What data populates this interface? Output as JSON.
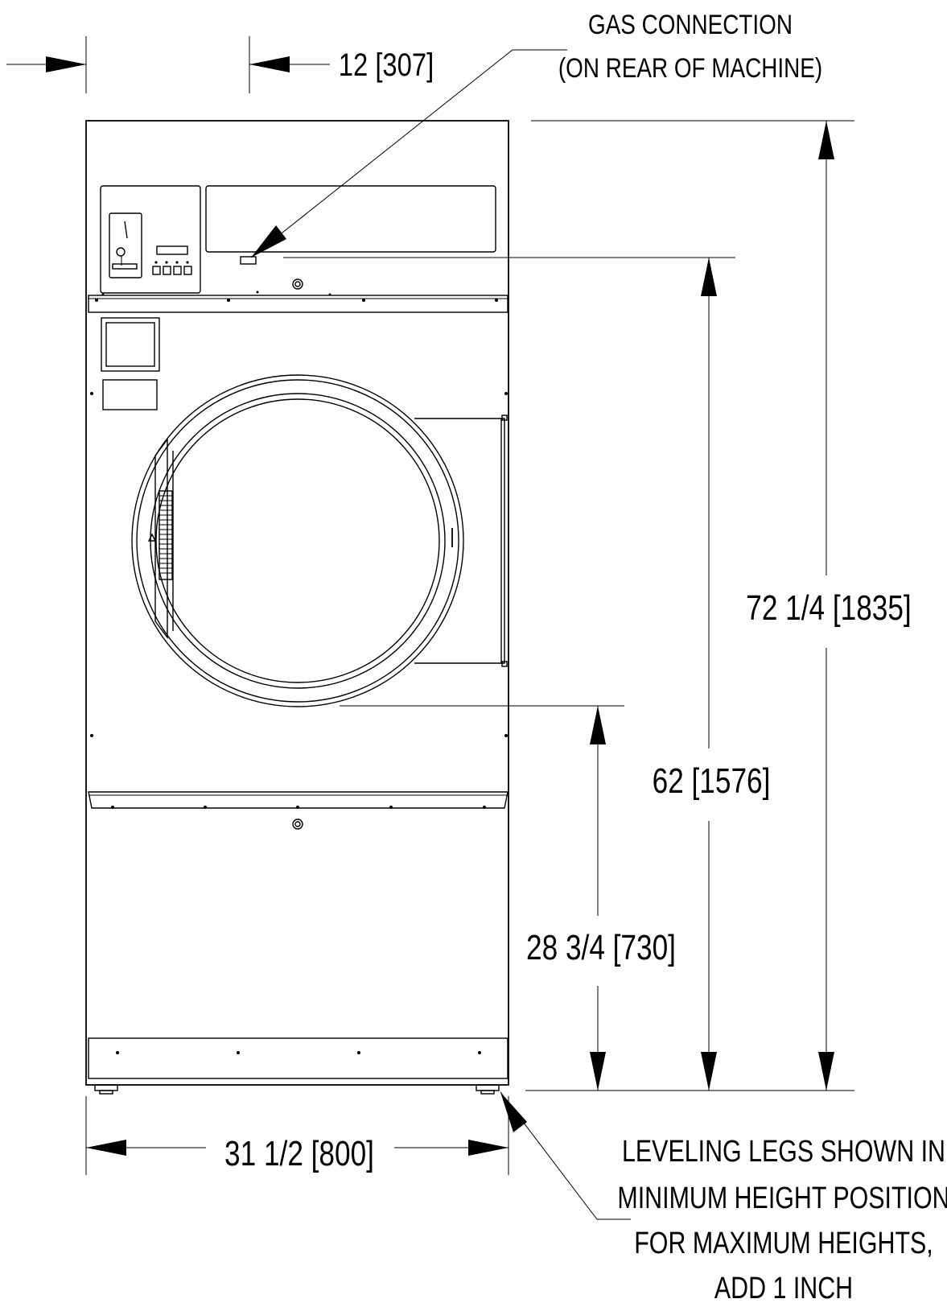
{
  "dimensions": {
    "gas_offset": "12 [307]",
    "overall_height": "72 1/4 [1835]",
    "door_top_height": "62 [1576]",
    "door_bottom_height": "28 3/4 [730]",
    "overall_width": "31 1/2 [800]"
  },
  "notes": {
    "gas_connection": [
      "GAS CONNECTION",
      "(ON REAR OF MACHINE)"
    ],
    "leveling_legs": [
      "LEVELING LEGS SHOWN IN",
      "MINIMUM HEIGHT POSITION",
      "FOR MAXIMUM HEIGHTS,",
      "ADD 1 INCH"
    ]
  }
}
